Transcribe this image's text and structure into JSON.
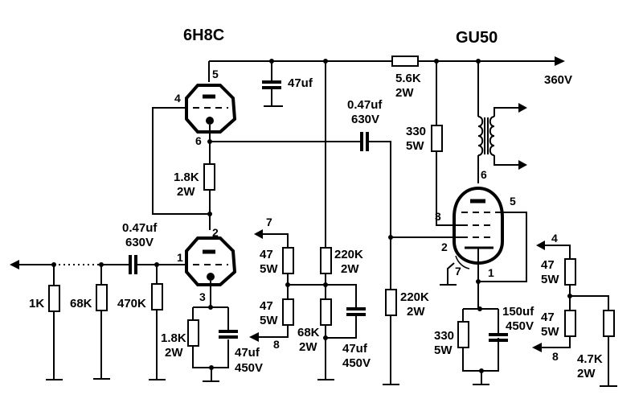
{
  "diagram": {
    "type": "vacuum tube amplifier schematic",
    "tubes": {
      "driver": {
        "name": "6H8C",
        "pins": {
          "p1": "5",
          "g1": "4",
          "k1": "6",
          "p2": "2",
          "g2": "1",
          "k2": "3"
        }
      },
      "output": {
        "name": "GU50",
        "pins": {
          "plate": "6",
          "g2": "3",
          "g1": "2",
          "g3": "5",
          "k": "1",
          "heater": "7"
        }
      }
    },
    "supply": {
      "label": "360V"
    },
    "components": {
      "c_b1": {
        "value": "47uf"
      },
      "r_drop": {
        "value": "5.6K",
        "power": "2W"
      },
      "c_couple2": {
        "value": "0.47uf",
        "voltage": "630V"
      },
      "r_k1": {
        "value": "1.8K",
        "power": "2W"
      },
      "r_screen": {
        "value": "330",
        "power": "5W"
      },
      "c_in": {
        "value": "0.47uf",
        "voltage": "630V"
      },
      "r_in1": {
        "value": "1K"
      },
      "r_in2": {
        "value": "68K"
      },
      "r_in3": {
        "value": "470K"
      },
      "r_k2": {
        "value": "1.8K",
        "power": "2W"
      },
      "c_k2": {
        "value": "47uf",
        "voltage": "450V"
      },
      "r_h7": {
        "value": "47",
        "power": "5W"
      },
      "r_h8": {
        "value": "47",
        "power": "5W"
      },
      "r_div_top": {
        "value": "220K",
        "power": "2W"
      },
      "r_div_bot": {
        "value": "68K",
        "power": "2W"
      },
      "c_div": {
        "value": "47uf",
        "voltage": "450V"
      },
      "r_grid": {
        "value": "220K",
        "power": "2W"
      },
      "r_k_out": {
        "value": "330",
        "power": "5W"
      },
      "c_k_out": {
        "value": "150uf",
        "voltage": "450V"
      },
      "r_h4": {
        "value": "47",
        "power": "5W"
      },
      "r_h8b": {
        "value": "47",
        "power": "5W"
      },
      "r_bleed": {
        "value": "4.7K",
        "power": "2W"
      }
    },
    "heater_taps": {
      "t7": "7",
      "t8a": "8",
      "t4": "4",
      "t8b": "8"
    }
  }
}
